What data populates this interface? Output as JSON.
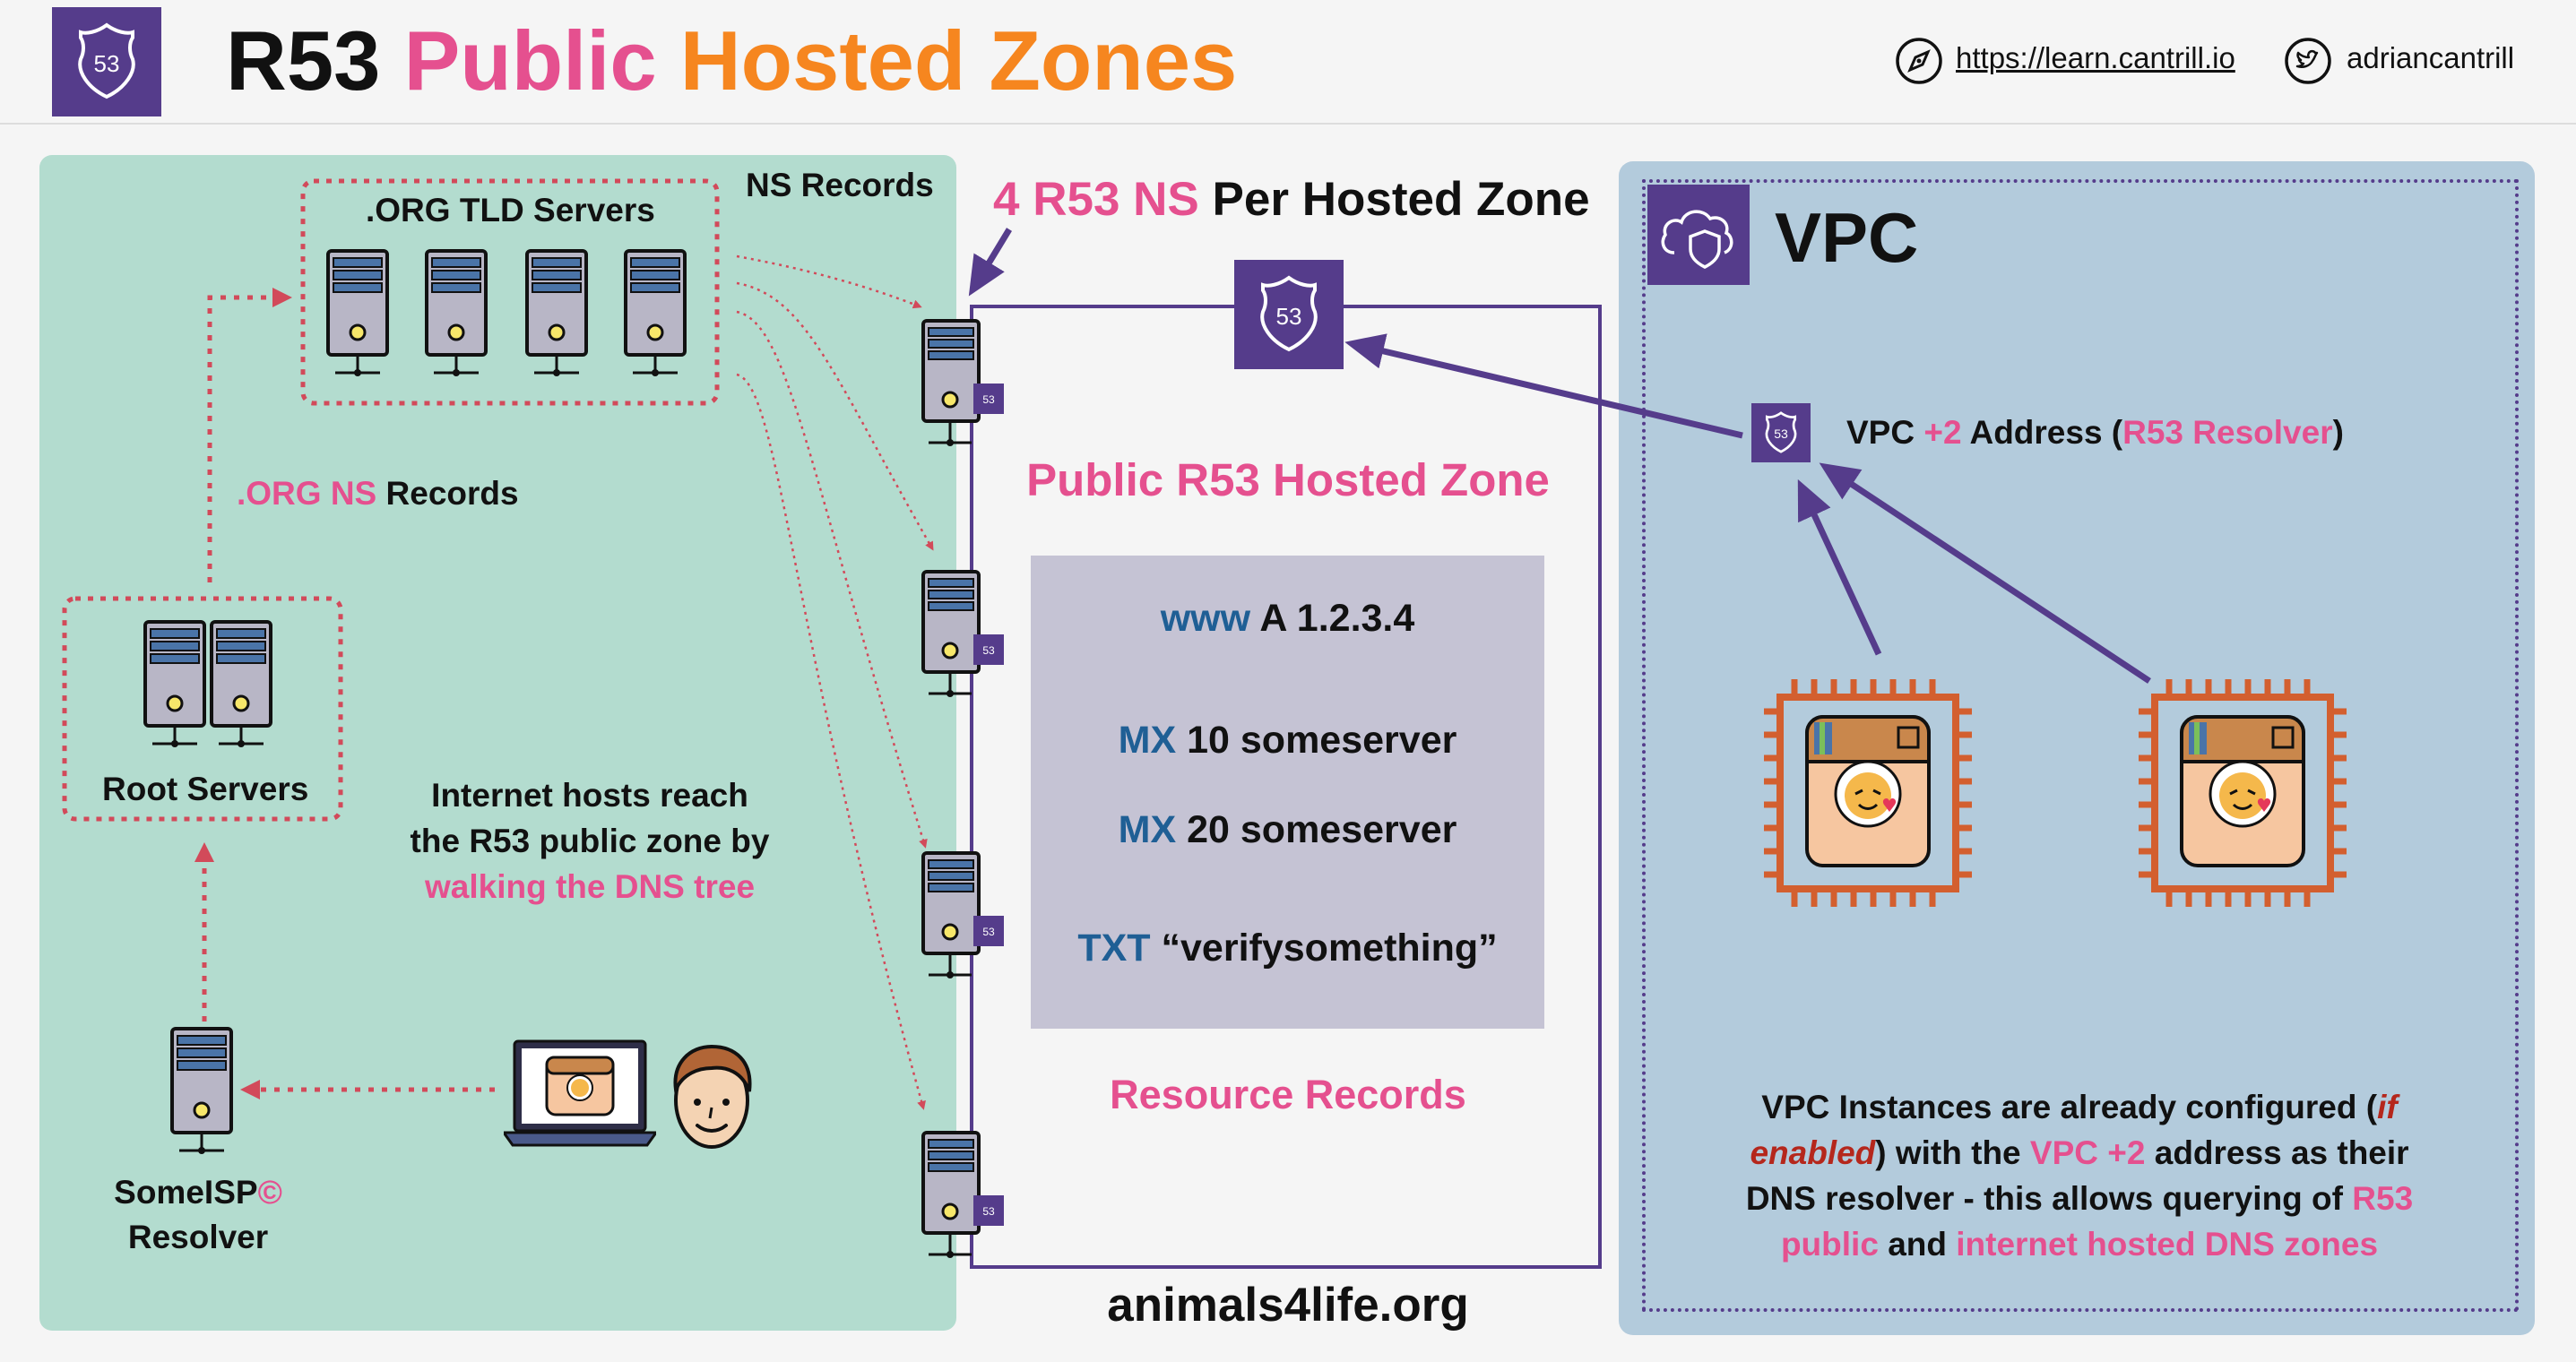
{
  "header": {
    "logo_text": "53",
    "title_r53": "R53",
    "title_public": "Public",
    "title_hosted_zones": "Hosted Zones",
    "link_url": "https://learn.cantrill.io",
    "twitter_handle": "adriancantrill"
  },
  "internet": {
    "org_tld_label": ".ORG TLD Servers",
    "ns_records_label": "NS Records",
    "org_ns_prefix": ".ORG NS",
    "org_ns_suffix": "Records",
    "root_servers_label": "Root Servers",
    "resolver_line1": "SomeISP",
    "resolver_copyright": "©",
    "resolver_line2": "Resolver",
    "walk_line1": "Internet hosts reach",
    "walk_line2": "the R53 public zone by",
    "walk_line3": "walking the DNS tree"
  },
  "hosted_zone": {
    "ns_count_prefix": "4 R53 NS",
    "ns_count_suffix": "Per Hosted Zone",
    "zone_title": "Public R53 Hosted Zone",
    "records": [
      {
        "type": "www",
        "value": "A 1.2.3.4"
      },
      {
        "type": "MX",
        "value": "10 someserver"
      },
      {
        "type": "MX",
        "value": "20 someserver"
      },
      {
        "type": "TXT",
        "value": "“verifysomething”"
      }
    ],
    "records_caption": "Resource Records",
    "domain": "animals4life.org",
    "badge_text": "53"
  },
  "vpc": {
    "title": "VPC",
    "resolver_prefix": "VPC",
    "resolver_plus2": "+2",
    "resolver_mid": "Address (",
    "resolver_name": "R53 Resolver",
    "resolver_end": ")",
    "desc_p1": "VPC Instances are already configured (",
    "desc_if": "if",
    "desc_enabled": "enabled",
    "desc_p2": ") with the",
    "desc_vpc2": "VPC +2",
    "desc_p3": "address as their",
    "desc_p4": "DNS resolver - this allows querying of",
    "desc_r53": "R53",
    "desc_public": "public",
    "desc_and": "and",
    "desc_internet": "internet hosted DNS zones"
  },
  "colors": {
    "r53_purple": "#553c8b",
    "pink": "#e5508f",
    "orange": "#f6861f",
    "dns_blue": "#1f5f95",
    "internet_bg": "#b3dccf",
    "vpc_bg": "#b3cbdc",
    "chip_orange": "#d35f2f"
  }
}
